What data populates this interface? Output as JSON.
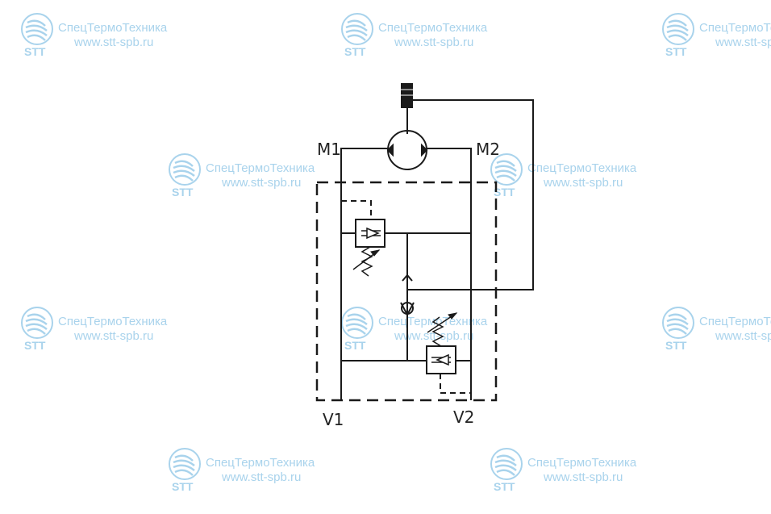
{
  "watermark": {
    "company": "СпецТермоТехника",
    "website": "www.stt-spb.ru",
    "abbr": "STT",
    "color": "#a9d3ec"
  },
  "diagram": {
    "line_color": "#1a1a1a",
    "ports": {
      "m1": "M1",
      "m2": "M2",
      "v1": "V1",
      "v2": "V2"
    }
  }
}
